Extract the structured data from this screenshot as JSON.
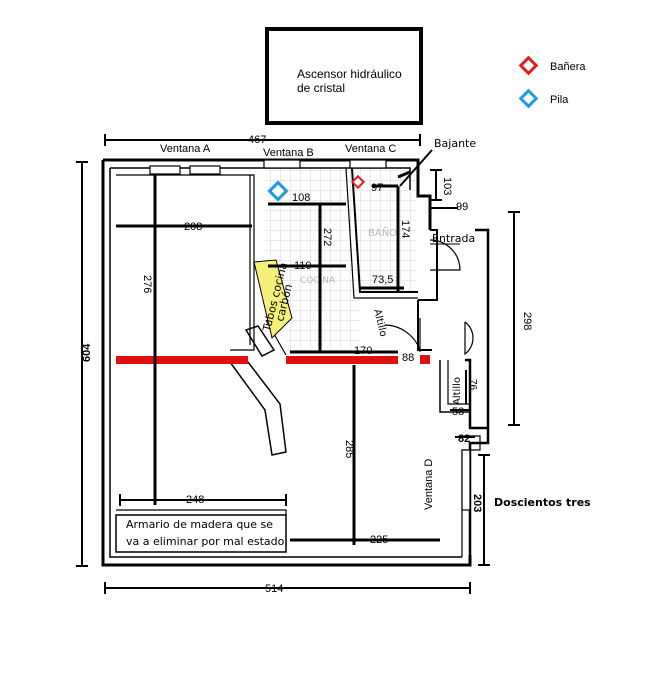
{
  "legend": {
    "banera": {
      "label": "Bañera",
      "color": "#e41b1b"
    },
    "pila": {
      "label": "Pila",
      "color": "#1e9be0"
    }
  },
  "elevator": {
    "line1": "Ascensor hidráulico",
    "line2": "de cristal"
  },
  "windows": {
    "a": "Ventana A",
    "b": "Ventana B",
    "c": "Ventana C",
    "d": "Ventana D"
  },
  "labels": {
    "bajante": "Bajante",
    "entrada": "Entrada",
    "tubos_line1": "Tubos cocina",
    "tubos_line2": "carbón",
    "altillo_1": "Altillo",
    "altillo_2": "Altillo",
    "armario_line1": "Armario de madera que se",
    "armario_line2": "va a eliminar por mal estado",
    "doscientos_tres": "Doscientos tres",
    "bano_ghost": "BAÑO",
    "cocina_ghost": "COCINA"
  },
  "dimensions": {
    "top_width": "467",
    "left_height": "604",
    "bottom_width": "514",
    "right_298": "298",
    "right_203": "203",
    "d208": "208",
    "d276": "276",
    "d108": "108",
    "d97": "97",
    "d103": "103",
    "d99": "99",
    "d174": "174",
    "d272": "272",
    "d110": "110",
    "d73_5": "73,5",
    "d170": "170",
    "d88": "88",
    "d76": "76",
    "d58": "58",
    "d82": "82",
    "d285": "285",
    "d248": "248",
    "d225": "225"
  },
  "colors": {
    "wall": "#000000",
    "removed_wall": "#e01010",
    "tubes_fill": "#f6ef7a",
    "tile_grid": "#d6d6d6"
  }
}
